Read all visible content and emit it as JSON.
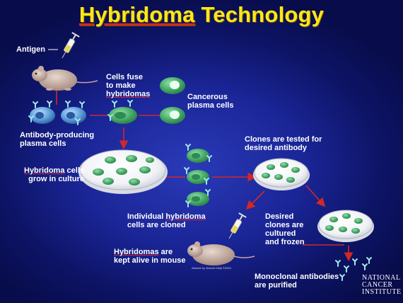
{
  "title": {
    "prefix": "Hybridoma",
    "suffix": " Technology"
  },
  "labels": {
    "antigen": "Antigen",
    "cells_fuse_1": "Cells fuse",
    "cells_fuse_2": "to make",
    "cells_fuse_3": "hybridomas",
    "cancerous_1": "Cancerous",
    "cancerous_2": "plasma cells",
    "antibody_producing_1": "Antibody-producing",
    "antibody_producing_2": "plasma cells",
    "clones_tested_1": "Clones are tested for",
    "clones_tested_2": "desired antibody",
    "grow_1_prefix": "Hybridoma",
    "grow_1_suffix": " cells",
    "grow_2": "grow in culture",
    "individual_1_prefix": "Individual ",
    "individual_1_word": "hybridoma",
    "individual_2": "cells are cloned",
    "desired_1": "Desired",
    "desired_2": "clones are",
    "desired_3": "cultured",
    "desired_4": "and frozen",
    "kept_1_prefix": "Hybridomas",
    "kept_1_suffix": " are",
    "kept_2": "kept alive in mouse",
    "purified_1": "Monoclonal antibodies",
    "purified_2": "are purified"
  },
  "credit": "Artwork by Jeanne Kelly ©2004",
  "logo": [
    "NATIONAL",
    "CANCER",
    "INSTITUTE"
  ],
  "colors": {
    "title": "#ffe61a",
    "arrow": "#d02828",
    "cell_green": "#3f9a5e",
    "plasma_blue": "#5a9ad8",
    "antibody": "#9fe6ea"
  }
}
